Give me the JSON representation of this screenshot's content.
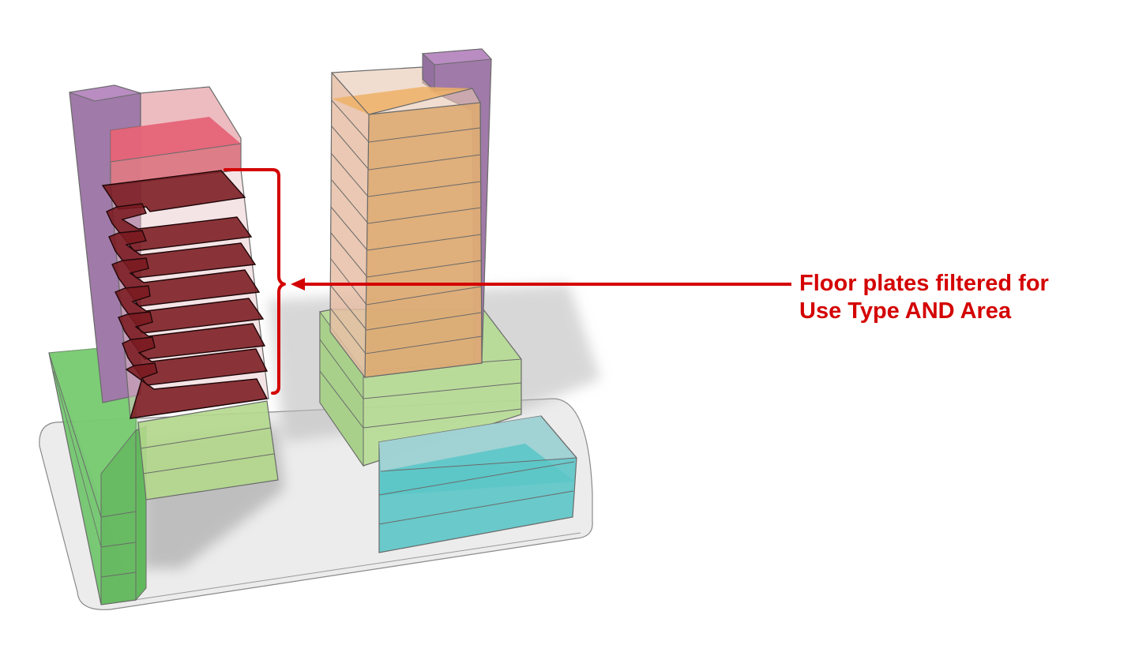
{
  "annotation": {
    "line1": "Floor plates filtered for",
    "line2": "Use Type AND Area",
    "color": "#d40000"
  },
  "model": {
    "left_tower": {
      "core_color": "#a67fb0",
      "top_use_color": "#e66a7c",
      "filtered_plate_color": "#7a1a1f",
      "filtered_plate_count": 8,
      "podium_color": "#b5d98f"
    },
    "right_tower": {
      "core_color": "#a67fb0",
      "use_color": "#e3ac72",
      "floor_count": 11,
      "podium_color": "#b5d98f",
      "podium_floors": 3
    },
    "left_podium": {
      "color": "#73c46a",
      "floors": 3
    },
    "front_block": {
      "color": "#5ec6c8",
      "floors": 2
    },
    "site_base_color": "#eeeeee"
  }
}
